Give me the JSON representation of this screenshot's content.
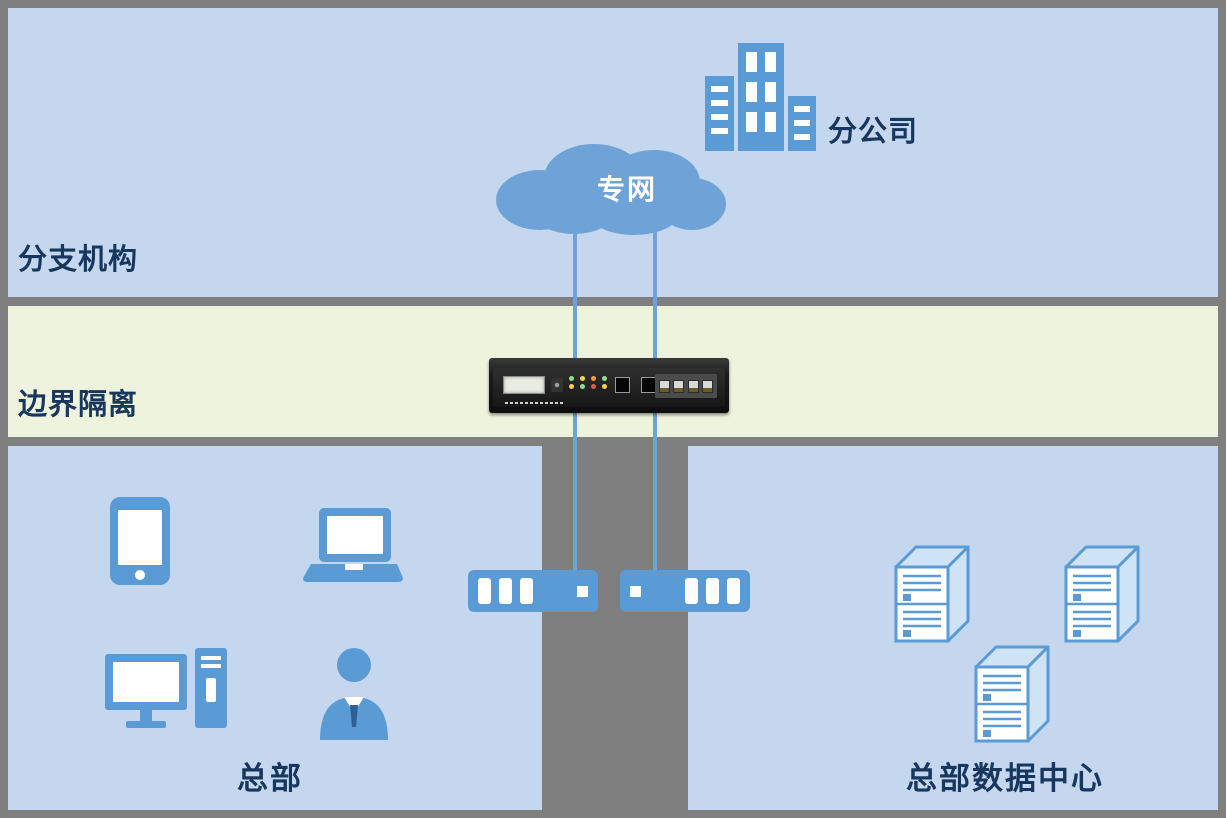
{
  "zones": {
    "branch": {
      "label": "分支机构"
    },
    "boundary": {
      "label": "边界隔离"
    },
    "headquarters": {
      "label": "总部"
    },
    "datacenter": {
      "label": "总部数据中心"
    }
  },
  "nodes": {
    "branch_office": {
      "label": "分公司"
    },
    "private_network": {
      "label": "专网"
    }
  },
  "colors": {
    "background": "#7f7f7f",
    "panel_blue": "#c4d7ef",
    "panel_green": "#eef3de",
    "icon_blue": "#5b9bd5",
    "line_blue": "#6fa3d8",
    "label_navy": "#17375e",
    "cloud_text": "#ffffff",
    "server_face": "#cfe3f6",
    "device_black": "#1c1c1c"
  }
}
